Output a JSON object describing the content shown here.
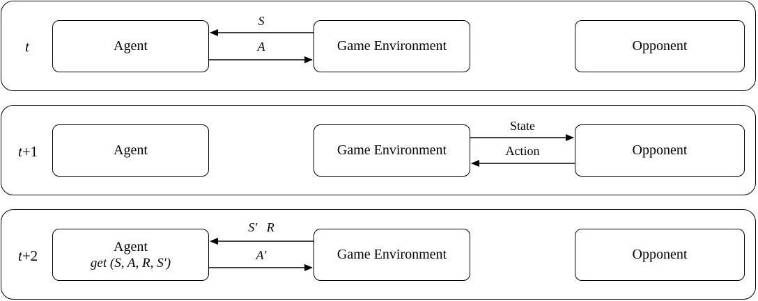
{
  "rows": [
    {
      "time_var": "t",
      "time_suffix": "",
      "agent_label": "Agent",
      "agent_sub": "",
      "env_label": "Game Environment",
      "opponent_label": "Opponent",
      "arrow_top_label": "S",
      "arrow_bottom_label": "A"
    },
    {
      "time_var": "t",
      "time_suffix": "+1",
      "agent_label": "Agent",
      "env_label": "Game Environment",
      "opponent_label": "Opponent",
      "arrow_top_label": "State",
      "arrow_bottom_label": "Action"
    },
    {
      "time_var": "t",
      "time_suffix": "+2",
      "agent_label": "Agent",
      "agent_sub": "get (S, A, R, S′)",
      "env_label": "Game Environment",
      "opponent_label": "Opponent",
      "arrow_top_label": "S′   R",
      "arrow_bottom_label": "A′"
    }
  ]
}
